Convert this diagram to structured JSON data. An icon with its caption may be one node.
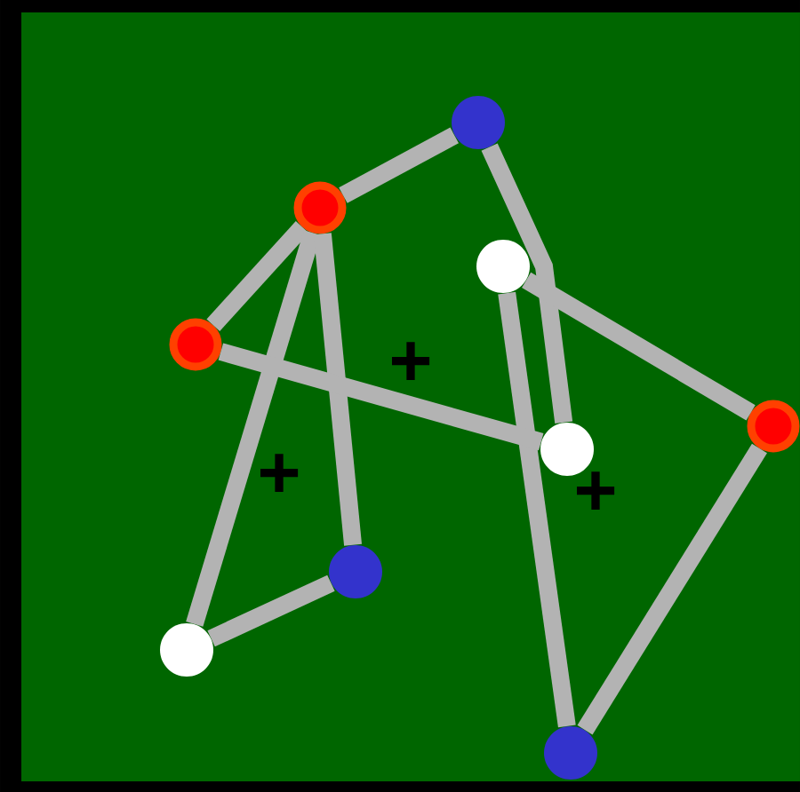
{
  "diagram": {
    "nodes": [
      {
        "text": [],
        "shape": "circle"
      },
      {
        "text": [],
        "shape": "circle"
      },
      {
        "text": [],
        "shape": "circle"
      },
      {
        "text": [],
        "shape": "circle"
      },
      {
        "text": [],
        "shape": "circle"
      },
      {
        "text": [],
        "shape": "circle"
      },
      {
        "text": [],
        "shape": "circle"
      },
      {
        "text": [],
        "shape": "circle"
      },
      {
        "text": [],
        "shape": "circle"
      }
    ],
    "edges": [
      {
        "from": 1,
        "to": 0,
        "arrow": "none"
      },
      {
        "from": 1,
        "to": 3,
        "arrow": "none"
      },
      {
        "from": 1,
        "to": 7,
        "arrow": "none"
      },
      {
        "from": 1,
        "to": 6,
        "arrow": "none"
      },
      {
        "from": 0,
        "to": 5,
        "arrow": "none"
      },
      {
        "from": 2,
        "to": 4,
        "arrow": "none"
      },
      {
        "from": 2,
        "to": 8,
        "arrow": "none"
      },
      {
        "from": 3,
        "to": 5,
        "arrow": "none"
      },
      {
        "from": 7,
        "to": 6,
        "arrow": "none"
      },
      {
        "from": 4,
        "to": 8,
        "arrow": "none"
      }
    ],
    "labels": [
      "+",
      "+",
      "+"
    ]
  }
}
